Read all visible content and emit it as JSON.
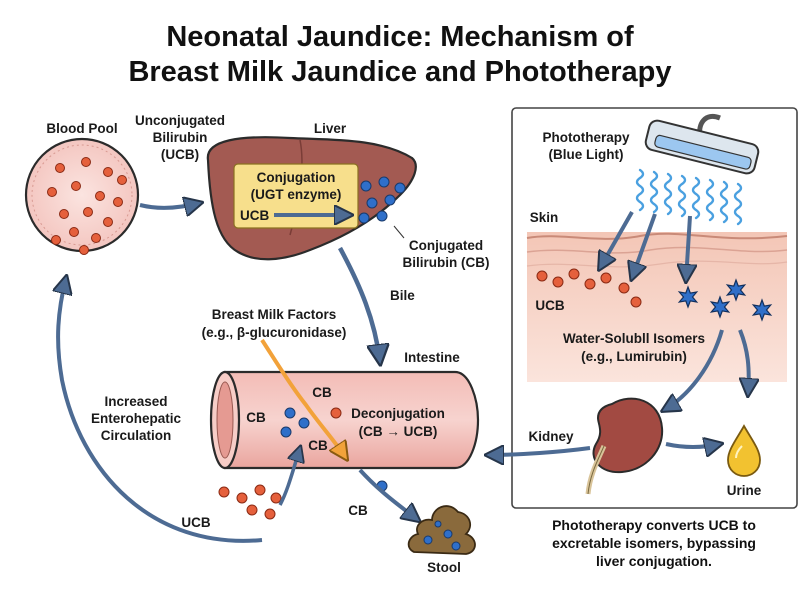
{
  "title": {
    "line1": "Neonatal Jaundice: Mechanism of",
    "line2": "Breast Milk Jaundice and Phototherapy"
  },
  "blood_pool": {
    "label": "Blood Pool",
    "ucb_label_line1": "Unconjugated",
    "ucb_label_line2": "Bilirubin",
    "ucb_label_line3": "(UCB)"
  },
  "liver": {
    "label": "Liver",
    "box_line1": "Conjugation",
    "box_line2": "(UGT enzyme)",
    "box_ucb": "UCB",
    "cb_label_line1": "Conjugated",
    "cb_label_line2": "Bilirubin (CB)"
  },
  "bile": {
    "label": "Bile"
  },
  "breast_milk": {
    "line1": "Breast Milk Factors",
    "line2": "(e.g., β-glucuronidase)"
  },
  "intestine": {
    "label": "Intestine",
    "cb_top": "CB",
    "cb_left": "CB",
    "cb_bottom": "CB",
    "deconj_line1": "Deconjugation",
    "deconj_line2": "(CB → UCB)"
  },
  "enterohepatic": {
    "line1": "Increased",
    "line2": "Enterohepatic",
    "line3": "Circulation"
  },
  "bottom": {
    "ucb": "UCB",
    "cb": "CB",
    "stool": "Stool"
  },
  "phototherapy": {
    "label_line1": "Phototherapy",
    "label_line2": "(Blue Light)",
    "skin": "Skin",
    "ucb": "UCB",
    "isomers_line1": "Water-Solubll Isomers",
    "isomers_line2": "(e.g., Lumirubin)",
    "kidney": "Kidney",
    "urine": "Urine"
  },
  "caption": {
    "line1": "Phototherapy converts UCB to",
    "line2": "excretable isomers, bypassing",
    "line3": "liver conjugation."
  },
  "colors": {
    "ucb_dot": "#e5603c",
    "cb_dot": "#2f6fc9",
    "arrow": "#4d6b93",
    "breast_milk_arrow": "#f2a23a",
    "uv_wave": "#4aa0e0",
    "isomer_star": "#2f6fc9",
    "liver": "#a35a52",
    "conjugation_box": "#f7df8c",
    "intestine": "#f1b6b0",
    "urine_drop": "#f2c230",
    "stool": "#8a6a3c"
  }
}
